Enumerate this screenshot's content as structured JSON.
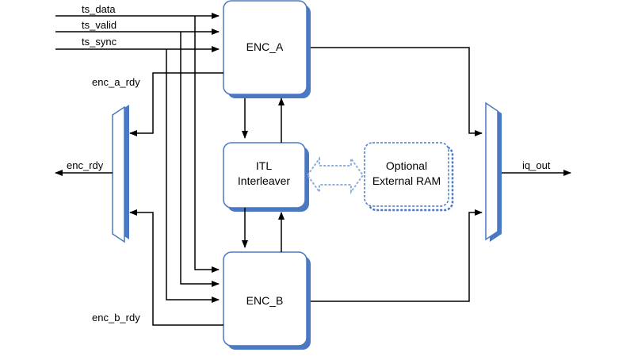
{
  "blocks": {
    "enc_a": "ENC_A",
    "enc_b": "ENC_B",
    "itl_line1": "ITL",
    "itl_line2": "Interleaver",
    "ram_line1": "Optional",
    "ram_line2": "External RAM"
  },
  "signals": {
    "ts_data": "ts_data",
    "ts_valid": "ts_valid",
    "ts_sync": "ts_sync",
    "enc_a_rdy": "enc_a_rdy",
    "enc_b_rdy": "enc_b_rdy",
    "enc_rdy": "enc_rdy",
    "iq_out": "iq_out"
  },
  "colors": {
    "block_border": "#4a78c2",
    "block_shadow": "#4a78c2",
    "line": "#000000",
    "dashed_arrow": "#8fb0de"
  }
}
